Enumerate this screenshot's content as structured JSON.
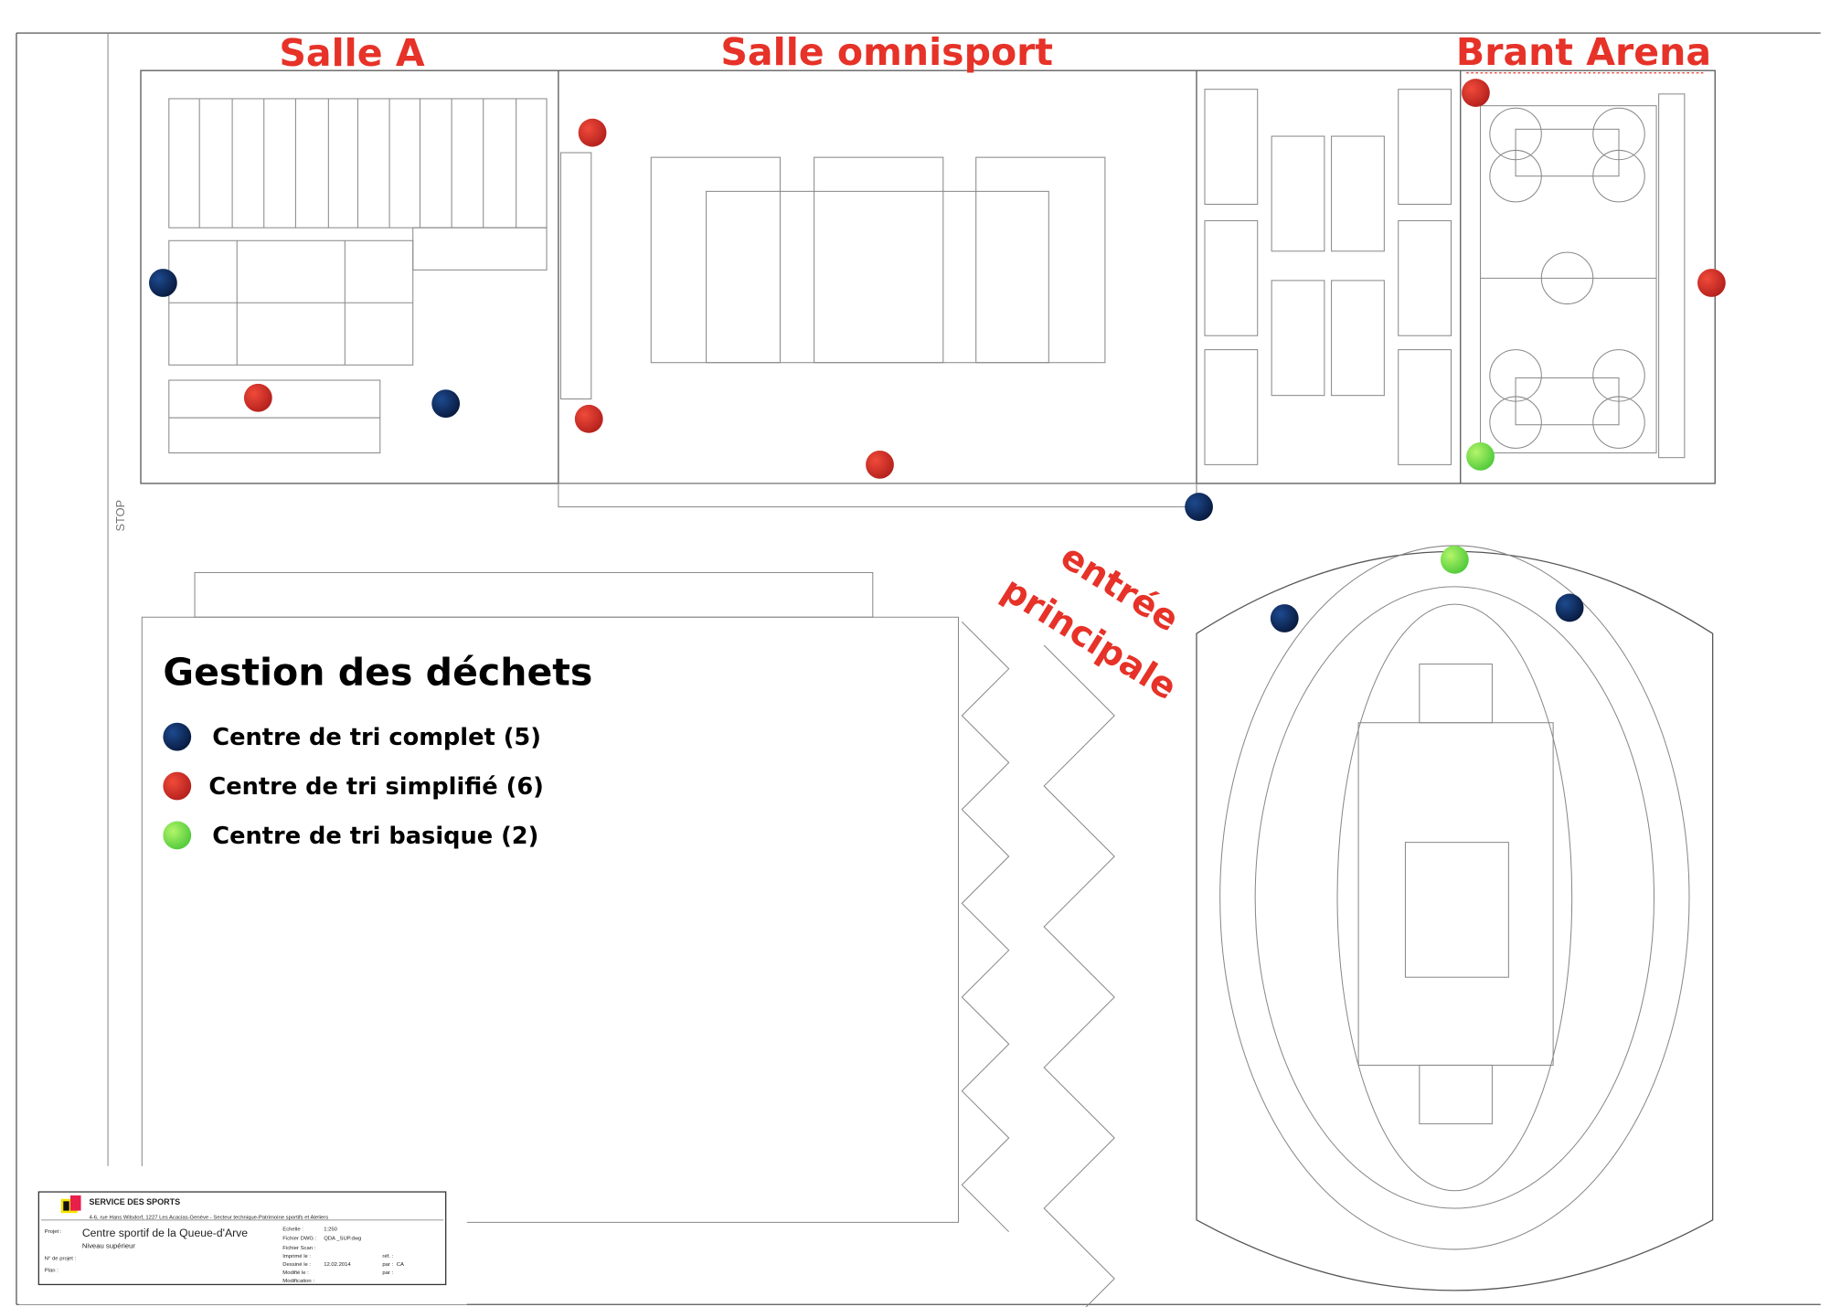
{
  "labels": {
    "salle_a": "Salle A",
    "salle_omnisport": "Salle omnisport",
    "brant_arena": "Brant Arena",
    "entree_1": "entrée",
    "entree_2": "principale",
    "stop": "STOP"
  },
  "legend": {
    "title": "Gestion des déchets",
    "items": [
      {
        "label": "Centre de tri complet (5)",
        "color": "#0d2a5c"
      },
      {
        "label": "Centre de tri simplifié (6)",
        "color": "#d8342c"
      },
      {
        "label": "Centre de tri basique (2)",
        "color": "#7ee04a"
      }
    ]
  },
  "title_block": {
    "org": "SERVICE DES SPORTS",
    "address": "4-6, rue Hans Wilsdorf, 1227 Les Acacias-Genève - Secteur technique-Patrimoine sportifs et Ateliers",
    "projet_label": "Projet :",
    "projet": "Centre sportif de la Queue-d'Arve",
    "niveau": "Niveau supérieur",
    "num_label": "N° de projet :",
    "plan_label": "Plan :",
    "echelle_label": "Echelle :",
    "echelle": "1:250",
    "dwg_label": "Fichier DWG :",
    "dwg": "QDA _SUP.dwg",
    "scan_label": "Fichier Scan :",
    "imprime_label": "Imprimé le :",
    "dessine_label": "Dessiné le :",
    "dessine": "12.02.2014",
    "modifie_label": "Modifié le :",
    "modification_label": "Modification :",
    "ref_label": "réf. :",
    "par1_label": "par :",
    "par1": "CA",
    "par2_label": "par :"
  }
}
